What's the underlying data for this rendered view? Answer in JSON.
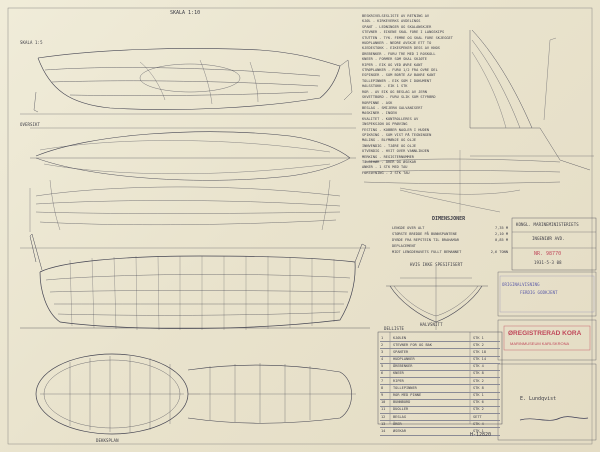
{
  "top_labels": {
    "scale_left": "SKALA 1:10",
    "section_marks": [
      "SKALA 1:5",
      "OVERSIKT"
    ]
  },
  "notes": [
    "BESKRIVELSESLISTE AV RETNING AV",
    "KJØL - KIRKEVERKS AVDELINGS",
    "SPANT - LEDNINGER OG SKALANSKJER",
    "STEVNER - EIKENE SKAL FORE I LANGSKIPS",
    "STUTTEN - TYK. FEMRE OG SKAL FORE SKJEGGET",
    "HUDPLANKER - NEDRE AVSKJE ETT TO",
    "KJEDESTOKK - EIKESPEKER DESS AV KNOS",
    "ÅREBENKER - FURU TRE MED I ROSKOLL",
    "KNEER - FORMER SOM SKAL SKJØTE",
    "RIPER - EIK OG VED ØVRE KANT",
    "STRØPLANKER - FURU 1/2 FRA OVRE DEL",
    "ESPINGER - SOM BORTE AV BAKRE KANT",
    "TOLLEPINNER - EIK SOM I DOKUMENT",
    "HALSSTOKK - EIK 1 STK",
    "ROR - AV EIK OG BESLAG AV JERN",
    "SKVETTBORD - FURU SLIK SOM STYRBRD",
    "RORPINNE - ASK",
    "BESLAG - SMIJERN GALVANISERT",
    "MASKINER - INGEN",
    "KVALITET - KONTROLLERES AV",
    "INSPEKSJON OG PRØVING",
    "FESTING - KOBBER NAGLER I HUDEN",
    "SPIKRING - SOM VIST PÅ TEGNINGEN",
    "MALING - BLYMØNJE OG OLJE",
    "INNVENDIG - TJÆRE OG OLJE",
    "UTVENDIG - HVIT OVER VANNLINJEN",
    "MERKING - REGISTERNUMMER",
    "TILBEHØR - ÅRER OG ØSEKAR",
    "ANKER - 1 STK MED TAU",
    "FORTØYNING - 2 STK TAU"
  ],
  "dimensions_heading": "DIMENSJONER",
  "dimensions": [
    "LENGDE OVER ALT",
    "STØRSTE BREDDE PÅ BUNNSPANTENE",
    "DYBDE FRA REPSTEIN TIL BRAHAMAR",
    "DEPLACEMENT",
    "MIDT LENGDEHAVETS FULLT BEMANNET"
  ],
  "dimension_values": [
    "7,35 M",
    "2,10 M",
    "0,85 M",
    "",
    "2,6 TONN"
  ],
  "extra_note": "HVIS IKKE SPESIFISERT",
  "title_block": {
    "line1": "KONGL. MARINEMINISTERIETS",
    "line2": "INGENIØR AVD.",
    "number": "NR. 98770",
    "date": "1931-5-3 08"
  },
  "stamp": {
    "line1": "ORIGINALVISNING",
    "line2": "FERDIG GODKJENT"
  },
  "red_stamp": {
    "line1": "ØREGISTRERAD KORA",
    "line2": "MARINMUSEUM KARLSKRONA"
  },
  "section_label": "HALVSNITT",
  "parts_label": "DELLISTE",
  "parts_rows": [
    [
      "1",
      "KJØLEN",
      "STK 1"
    ],
    [
      "2",
      "STEVNER FOR OG BAK",
      "STK 2"
    ],
    [
      "3",
      "SPANTER",
      "STK 18"
    ],
    [
      "4",
      "HUDPLANKER",
      "STK 14"
    ],
    [
      "5",
      "ÅREBENKER",
      "STK 4"
    ],
    [
      "6",
      "KNEER",
      "STK 8"
    ],
    [
      "7",
      "RIPER",
      "STK 2"
    ],
    [
      "8",
      "TOLLEPINNER",
      "STK 8"
    ],
    [
      "9",
      "ROR MED PINNE",
      "STK 1"
    ],
    [
      "10",
      "BUNNBORD",
      "STK 6"
    ],
    [
      "11",
      "DUOLLER",
      "STK 2"
    ],
    [
      "12",
      "BESLAG",
      "SETT"
    ],
    [
      "13",
      "ÅRER",
      "STK 4"
    ],
    [
      "14",
      "ØSEKAR",
      "STK 1"
    ]
  ],
  "bottom_labels": {
    "signature": "E. Lundqvist",
    "drawing_no": "H-12820",
    "plan_label": "DEKKSPLAN"
  }
}
